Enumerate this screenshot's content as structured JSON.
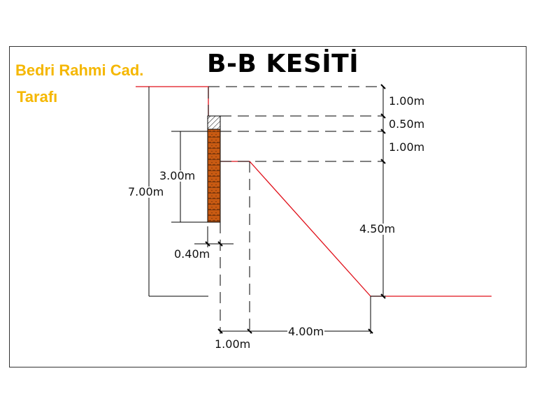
{
  "title": "B-B KESİTİ",
  "street_label": {
    "line1": "Bedri Rahmi Cad.",
    "line2": "Tarafı"
  },
  "dimensions": {
    "top_1": "1.00m",
    "top_2": "0.50m",
    "top_3": "1.00m",
    "right_vertical": "4.50m",
    "wall_height": "3.00m",
    "total_height": "7.00m",
    "wall_width": "0.40m",
    "bottom_offset": "1.00m",
    "bottom_horizontal": "4.00m"
  },
  "colors": {
    "ground_line": "#e0101a",
    "wall_fill": "#c85a12",
    "street_text": "#f5b700"
  }
}
